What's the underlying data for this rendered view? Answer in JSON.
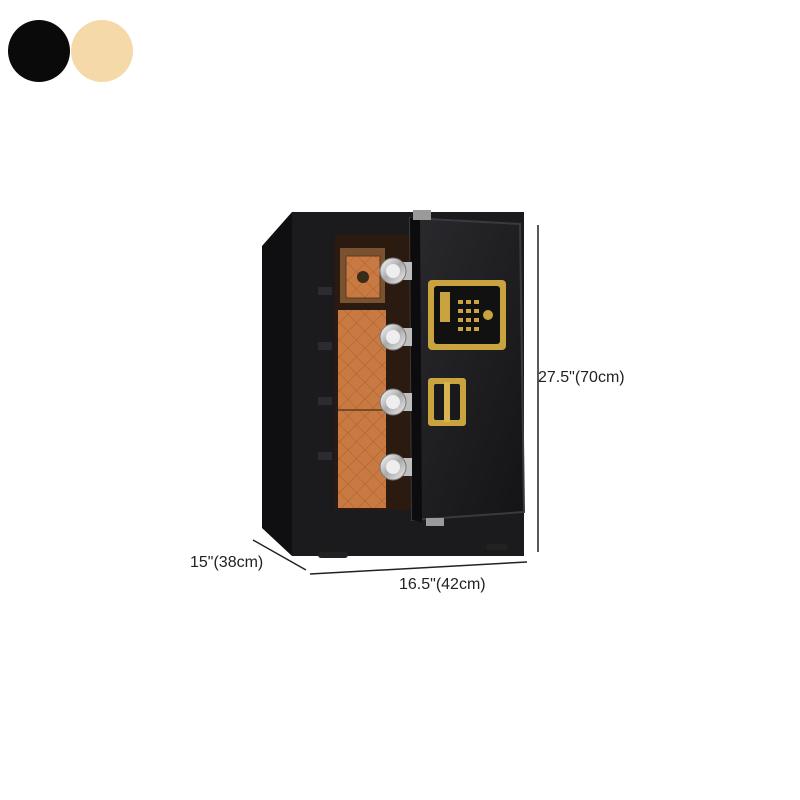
{
  "color_options": [
    {
      "name": "black",
      "color": "#0a0a0a"
    },
    {
      "name": "tan",
      "color": "#f5d9a8"
    }
  ],
  "colors": {
    "body": "#1a1a1c",
    "body_side": "#101012",
    "interior": "#c97a42",
    "gold": "#c9a43e",
    "keypad": "#111111",
    "knob": "#d8d8d8"
  },
  "dimensions": {
    "height": "27.5\"(70cm)",
    "width": "16.5\"(42cm)",
    "depth": "15\"(38cm)"
  }
}
